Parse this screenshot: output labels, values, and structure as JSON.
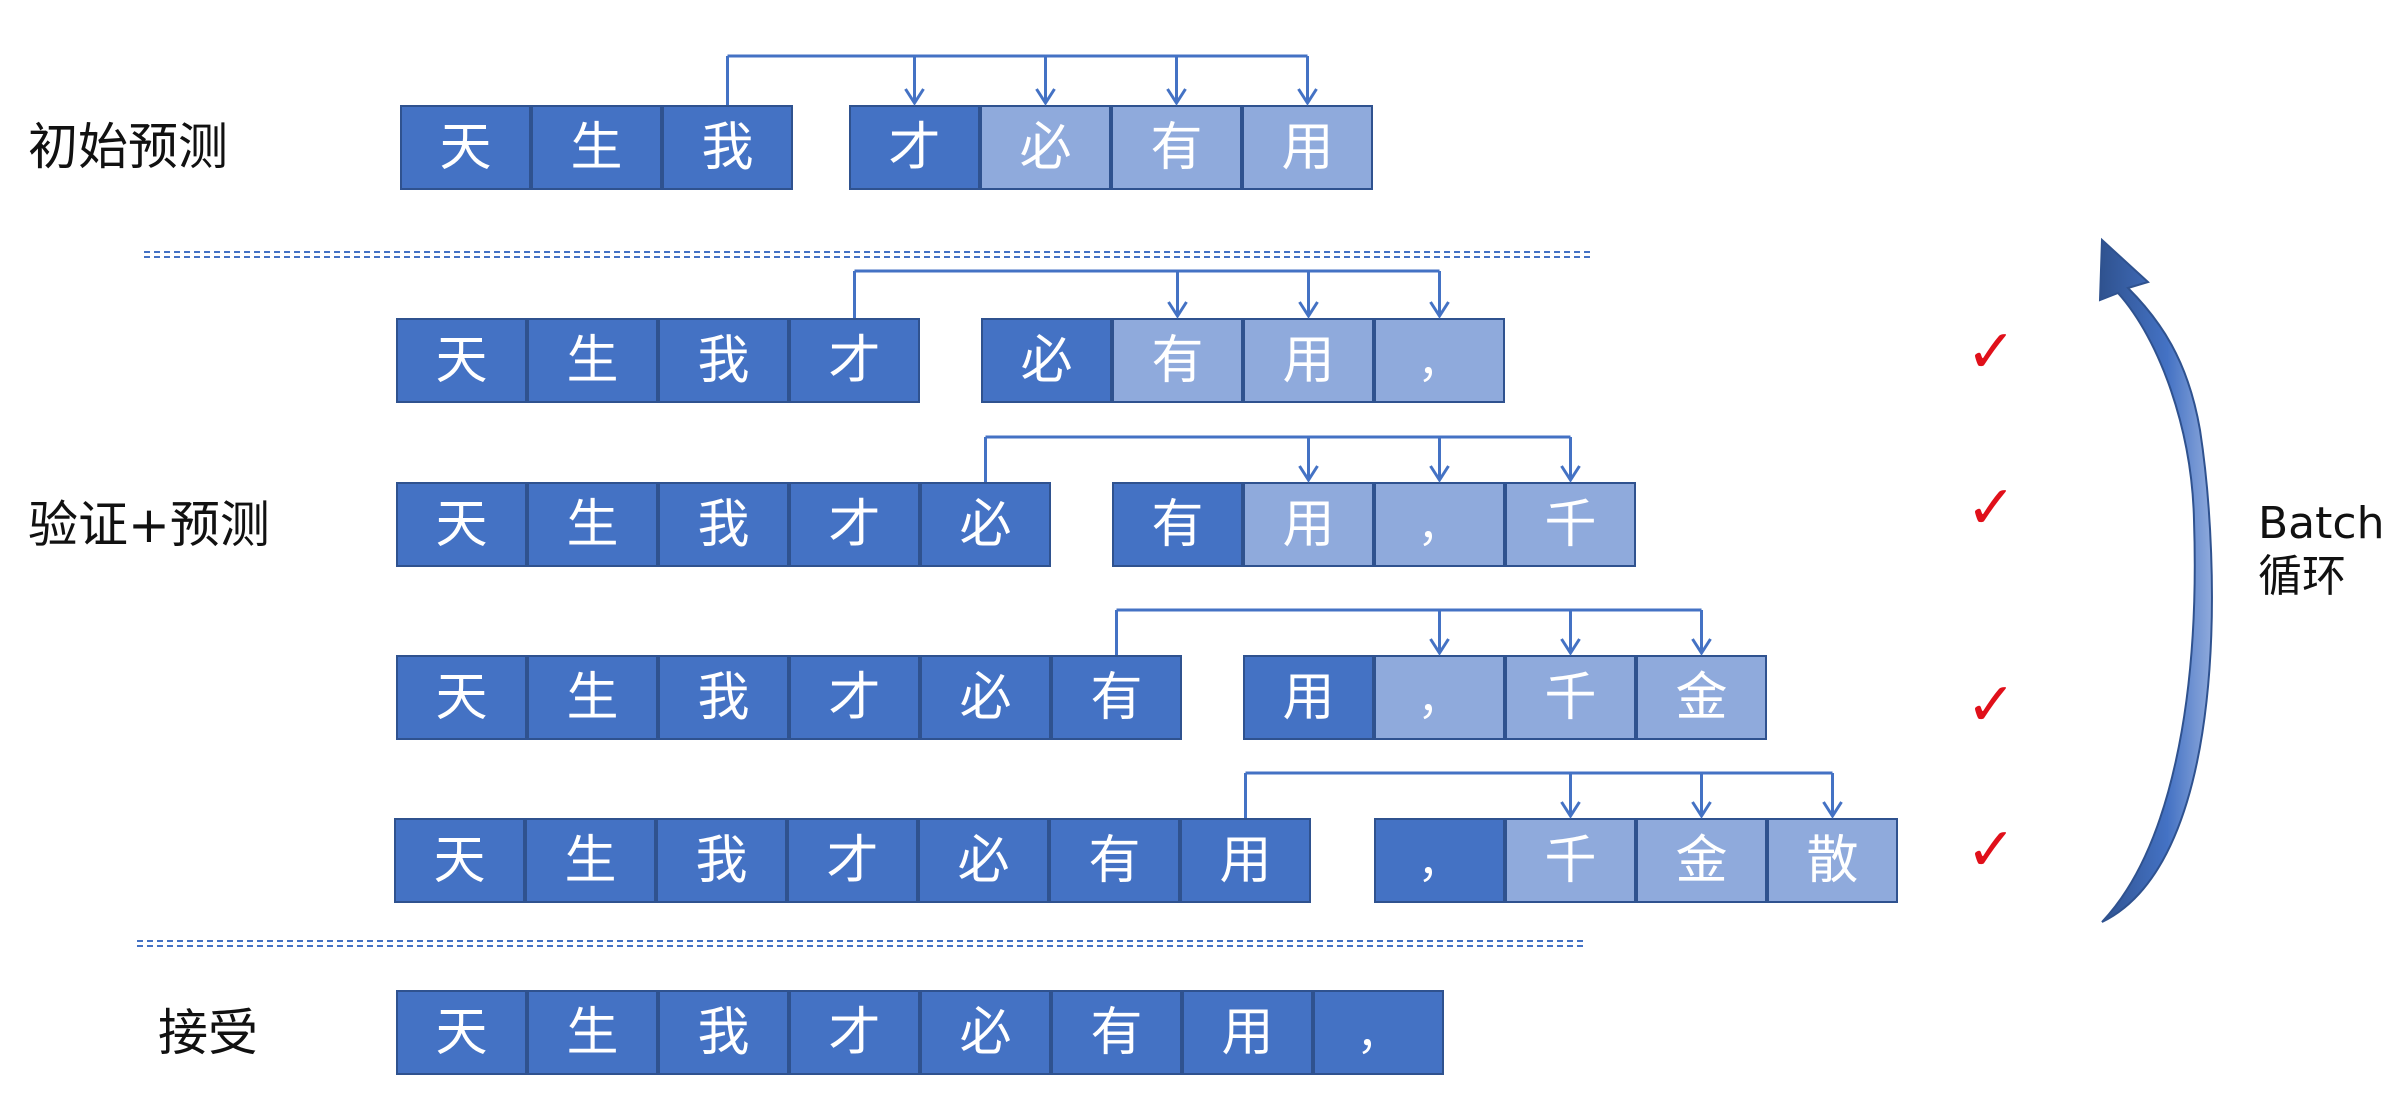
{
  "labels": {
    "initial": "初始预测",
    "verify": "验证+预测",
    "accept": "接受",
    "batch_line1": "Batch",
    "batch_line2": "循环"
  },
  "rows": [
    {
      "context": [
        "天",
        "生",
        "我"
      ],
      "draft": [
        "才",
        "必",
        "有",
        "用"
      ],
      "checked": false
    },
    {
      "context": [
        "天",
        "生",
        "我",
        "才"
      ],
      "draft": [
        "必",
        "有",
        "用",
        "，"
      ],
      "checked": true
    },
    {
      "context": [
        "天",
        "生",
        "我",
        "才",
        "必"
      ],
      "draft": [
        "有",
        "用",
        "，",
        "千"
      ],
      "checked": true
    },
    {
      "context": [
        "天",
        "生",
        "我",
        "才",
        "必",
        "有"
      ],
      "draft": [
        "用",
        "，",
        "千",
        "金"
      ],
      "checked": true
    },
    {
      "context": [
        "天",
        "生",
        "我",
        "才",
        "必",
        "有",
        "用"
      ],
      "draft": [
        "，",
        "千",
        "金",
        "散"
      ],
      "checked": true
    }
  ],
  "accepted": [
    "天",
    "生",
    "我",
    "才",
    "必",
    "有",
    "用",
    "，"
  ],
  "check_mark": "✓",
  "colors": {
    "cell_dark": "#4472C4",
    "cell_light": "#8FAADC",
    "cell_border": "#2F528F",
    "connector": "#4472C4",
    "check": "#E0101A"
  }
}
